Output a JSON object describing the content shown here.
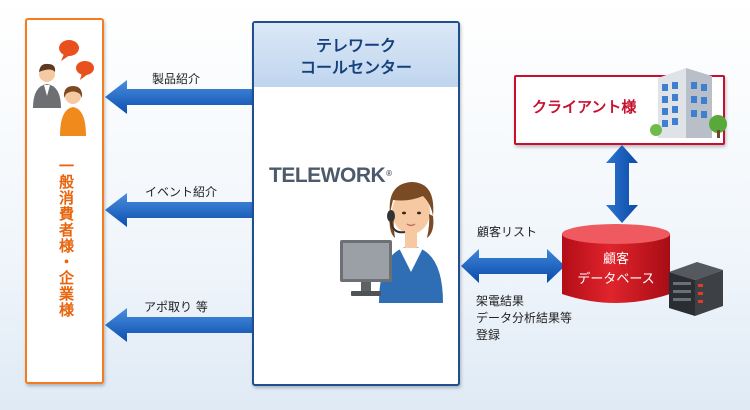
{
  "consumer_panel": {
    "label": "一般消費者様・企業様"
  },
  "call_center": {
    "title_line1": "テレワーク",
    "title_line2": "コールセンター",
    "logo_text": "TELEWORK",
    "logo_mark": "®"
  },
  "arrows": [
    {
      "label": "製品紹介"
    },
    {
      "label": "イベント紹介"
    },
    {
      "label": "アポ取り 等"
    }
  ],
  "client": {
    "label": "クライアント様"
  },
  "database": {
    "line1": "顧客",
    "line2": "データベース"
  },
  "customer_list_label": "顧客リスト",
  "results": {
    "line1": "架電結果",
    "line2": "データ分析結果等",
    "line3": "登録"
  },
  "colors": {
    "consumer_border": "#f47c20",
    "center_border": "#1f4f8f",
    "client_border": "#c8102e",
    "arrow_blue": "#1565c0",
    "database_red": "#d0141e"
  }
}
